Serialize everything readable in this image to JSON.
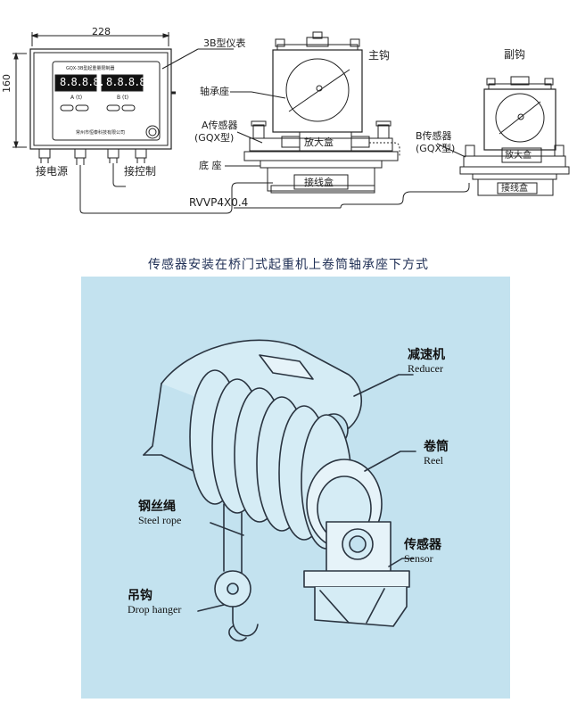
{
  "top": {
    "dim_width": "228",
    "dim_height": "160",
    "instrument_label": "3B型仪表",
    "instrument_panel_title": "GQX-3B型起重量限制器",
    "display_a_value": "8.8.8.8.",
    "display_b_value": "8.8.8.8.",
    "display_a_unit": "A (t)",
    "display_b_unit": "B (t)",
    "maker_text": "常州市恒泰科技有限公司",
    "power_label": "接电源",
    "control_label": "接控制",
    "cable_label": "RVVP4X0.4",
    "main_hook_label": "主钩",
    "aux_hook_label": "副钩",
    "bearing_seat_label": "轴承座",
    "sensor_a_label": "A传感器",
    "sensor_a_model": "(GQX型)",
    "sensor_b_label": "B传感器",
    "sensor_b_model": "(GQX型)",
    "base_label": "底 座",
    "amp_box_label": "放大盒",
    "junction_box_label": "接线盒",
    "amp_box_label_b": "放大盒",
    "junction_box_label_b": "接线盒"
  },
  "caption": "传感器安装在桥门式起重机上卷筒轴承座下方式",
  "panel": {
    "reducer_cn": "减速机",
    "reducer_en": "Reducer",
    "reel_cn": "卷筒",
    "reel_en": "Reel",
    "rope_cn": "钢丝绳",
    "rope_en": "Steel rope",
    "sensor_cn": "传感器",
    "sensor_en": "Sensor",
    "hanger_cn": "吊钩",
    "hanger_en": "Drop hanger"
  }
}
